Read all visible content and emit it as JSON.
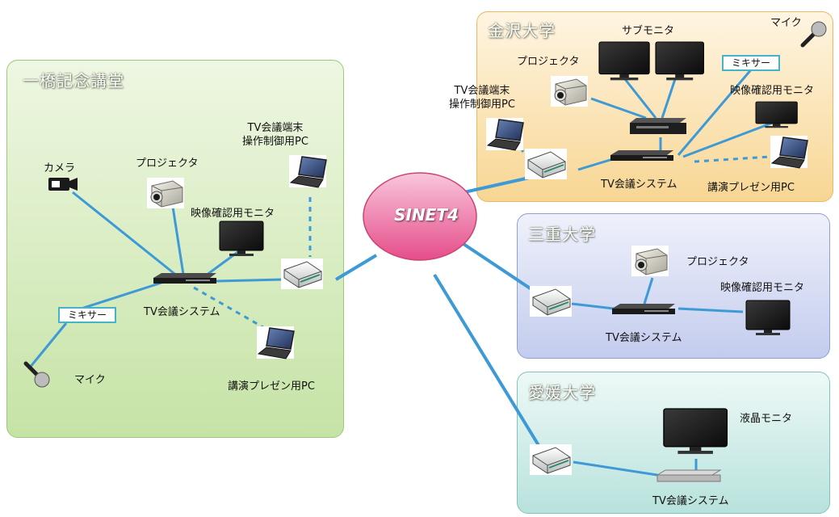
{
  "sinet": {
    "label": "SINET4",
    "color": "#ec5f93"
  },
  "hitotsubashi": {
    "title": "一橋記念講堂",
    "camera": "カメラ",
    "projector": "プロジェクタ",
    "control_pc": "TV会議端末\n操作制御用PC",
    "check_monitor": "映像確認用モニタ",
    "tv_system": "TV会議システム",
    "mixer": "ミキサー",
    "mic": "マイク",
    "presentation_pc": "講演プレゼン用PC"
  },
  "kanazawa": {
    "title": "金沢大学",
    "sub_monitor": "サブモニタ",
    "mic": "マイク",
    "projector": "プロジェクタ",
    "mixer": "ミキサー",
    "control_pc": "TV会議端末\n操作制御用PC",
    "check_monitor": "映像確認用モニタ",
    "tv_system": "TV会議システム",
    "presentation_pc": "講演プレゼン用PC"
  },
  "mie": {
    "title": "三重大学",
    "projector": "プロジェクタ",
    "check_monitor": "映像確認用モニタ",
    "tv_system": "TV会議システム"
  },
  "ehime": {
    "title": "愛媛大学",
    "lcd_monitor": "液晶モニタ",
    "tv_system": "TV会議システム"
  },
  "colors": {
    "link": "#3d9ad6",
    "mixer_border": "#45b3c8"
  }
}
